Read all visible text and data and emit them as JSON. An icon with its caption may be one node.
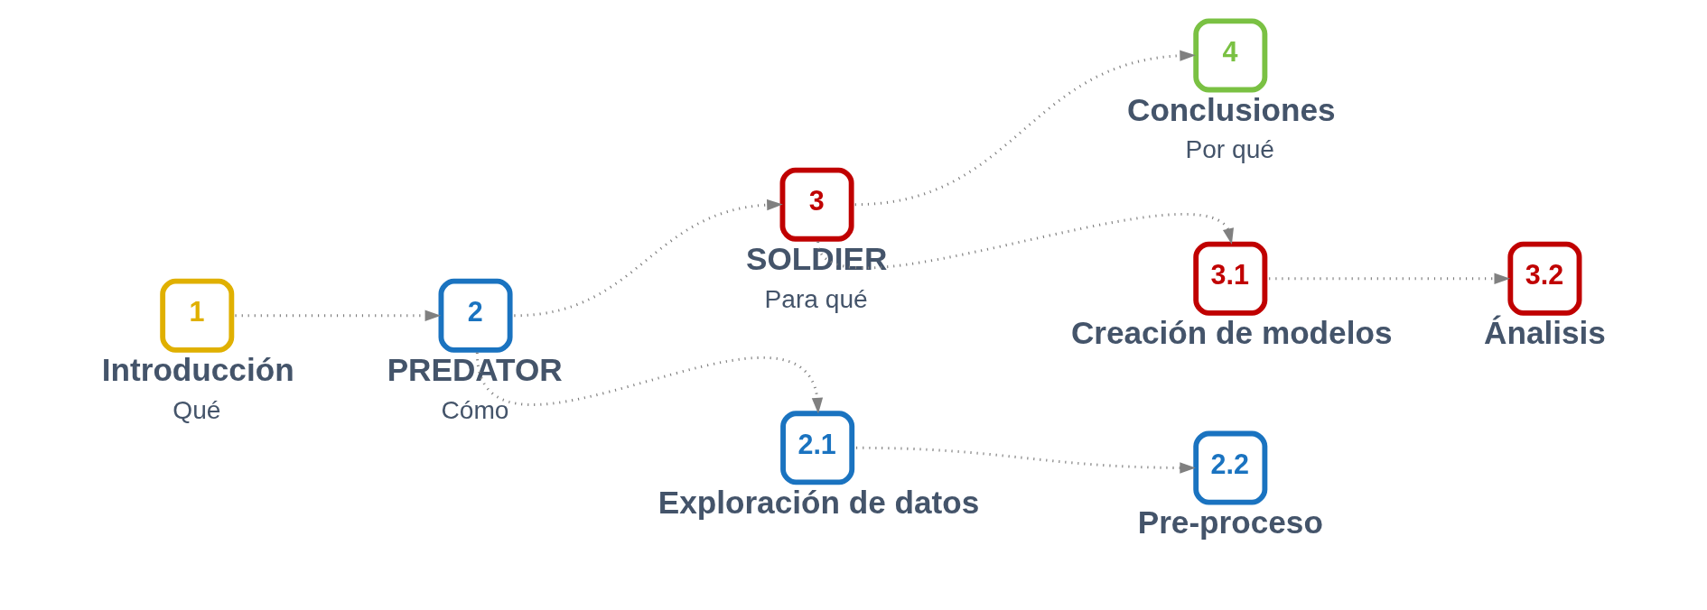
{
  "diagram": {
    "nodes": [
      {
        "text": [
          "1",
          "Introducción",
          "Qué"
        ]
      },
      {
        "text": [
          "2",
          "PREDATOR",
          "Cómo"
        ]
      },
      {
        "text": [
          "3",
          "SOLDIER",
          "Para qué"
        ]
      },
      {
        "text": [
          "4",
          "Conclusiones",
          "Por qué"
        ]
      },
      {
        "text": [
          "2.1",
          "Exploración de datos"
        ]
      },
      {
        "text": [
          "2.2",
          "Pre-proceso"
        ]
      },
      {
        "text": [
          "3.1",
          "Creación de modelos"
        ]
      },
      {
        "text": [
          "3.2",
          "Ánalisis"
        ]
      }
    ],
    "edges": [
      {
        "from": 0,
        "to": 1,
        "arrow": "to"
      },
      {
        "from": 1,
        "to": 2,
        "arrow": "to"
      },
      {
        "from": 2,
        "to": 3,
        "arrow": "to"
      },
      {
        "from": 1,
        "to": 4,
        "arrow": "to"
      },
      {
        "from": 4,
        "to": 5,
        "arrow": "to"
      },
      {
        "from": 2,
        "to": 6,
        "arrow": "to"
      },
      {
        "from": 6,
        "to": 7,
        "arrow": "to"
      }
    ]
  }
}
